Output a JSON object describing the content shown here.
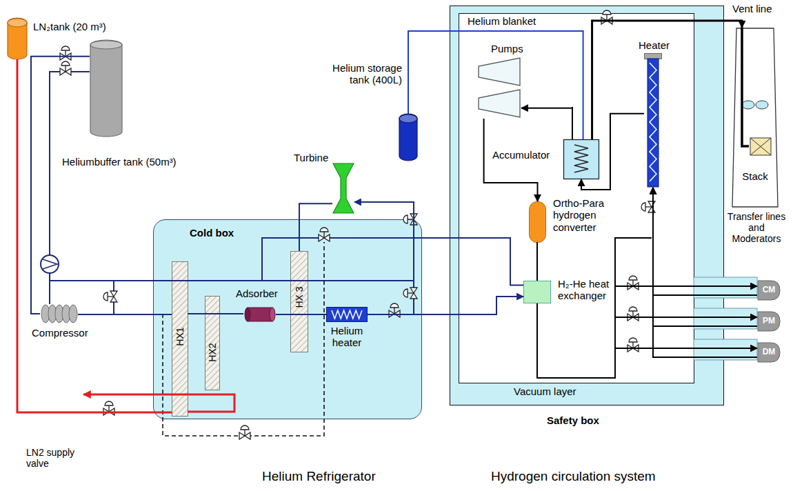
{
  "diagram": {
    "nodes": [
      {
        "text": [
          "LN₂tank (20 m³)"
        ]
      },
      {
        "text": [
          "Heliumbuffer tank (50m³)"
        ]
      },
      {
        "text": [
          "Helium storage tank (400L)"
        ]
      },
      {
        "text": [
          "Turbine"
        ]
      },
      {
        "text": [
          "Cold box"
        ]
      },
      {
        "text": [
          "HX1"
        ],
        "in": 4
      },
      {
        "text": [
          "HX2"
        ],
        "in": 4
      },
      {
        "text": [
          "Adsorber"
        ],
        "in": 4
      },
      {
        "text": [
          "HX 3"
        ],
        "in": 4
      },
      {
        "text": [
          "Helium heater"
        ],
        "in": 4
      },
      {
        "text": [
          "Compressor"
        ]
      },
      {
        "text": [
          "Safety box"
        ]
      },
      {
        "text": [
          "Helium blanket"
        ],
        "in": 11
      },
      {
        "text": [
          "Pumps"
        ],
        "in": 12
      },
      {
        "text": [
          "Accumulator"
        ],
        "in": 12
      },
      {
        "text": [
          "Heater"
        ],
        "in": 12
      },
      {
        "text": [
          "Ortho-Para hydrogen converter"
        ],
        "in": 12
      },
      {
        "text": [
          "H₂-He heat exchanger"
        ],
        "in": 12
      },
      {
        "text": [
          "Stack"
        ]
      },
      {
        "text": [
          "CM"
        ]
      },
      {
        "text": [
          "PM"
        ]
      },
      {
        "text": [
          "DM"
        ]
      }
    ],
    "edges": [
      {
        "from": 0,
        "to": 5,
        "arrow": "none"
      },
      {
        "from": 1,
        "to": 10,
        "arrow": "none"
      },
      {
        "from": 10,
        "to": 5,
        "arrow": "none"
      },
      {
        "from": 7,
        "to": 9,
        "arrow": "none"
      },
      {
        "from": 9,
        "to": 17,
        "arrow": "to"
      },
      {
        "from": 17,
        "to": 3,
        "arrow": "to"
      },
      {
        "from": 3,
        "to": 8,
        "arrow": "none"
      },
      {
        "from": 14,
        "to": 13,
        "arrow": "to"
      },
      {
        "from": 2,
        "to": 14,
        "arrow": "none"
      },
      {
        "from": 14,
        "to": 18,
        "arrow": "to"
      },
      {
        "from": 13,
        "to": 16,
        "arrow": "to"
      },
      {
        "from": 16,
        "to": 17,
        "arrow": "none"
      },
      {
        "from": 17,
        "to": 19,
        "arrow": "to"
      },
      {
        "from": 17,
        "to": 20,
        "arrow": "to"
      },
      {
        "from": 17,
        "to": 21,
        "arrow": "to"
      },
      {
        "from": 19,
        "to": 15,
        "arrow": "to"
      },
      {
        "from": 20,
        "to": 15,
        "arrow": "to"
      },
      {
        "from": 21,
        "to": 15,
        "arrow": "to"
      },
      {
        "from": 15,
        "to": 14,
        "arrow": "to"
      }
    ],
    "labels": [
      "Vent line",
      "Transfer lines and Moderators",
      "LN2 supply valve",
      "Vacuum layer",
      "Helium Refrigerator",
      "Hydrogen circulation system"
    ]
  }
}
